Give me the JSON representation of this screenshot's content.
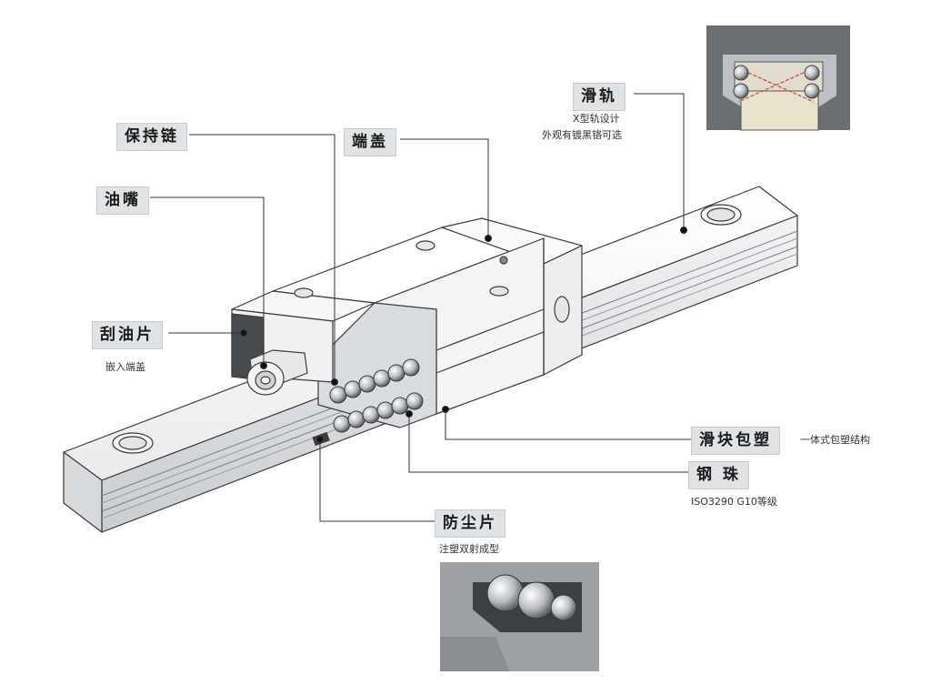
{
  "labels": {
    "rail": "滑轨",
    "end_cap": "端盖",
    "retainer": "保持链",
    "grease_nipple": "油嘴",
    "scraper": "刮油片",
    "block_molding": "滑块包塑",
    "steel_ball": "钢 珠",
    "dust_seal": "防尘片"
  },
  "notes": {
    "rail_line1": "X型轨设计",
    "rail_line2": "外观有镀黑铬可选",
    "scraper": "嵌入端盖",
    "block_molding": "一体式包塑结构",
    "steel_ball": "ISO3290 G10等级",
    "dust_seal": "注塑双射成型"
  }
}
